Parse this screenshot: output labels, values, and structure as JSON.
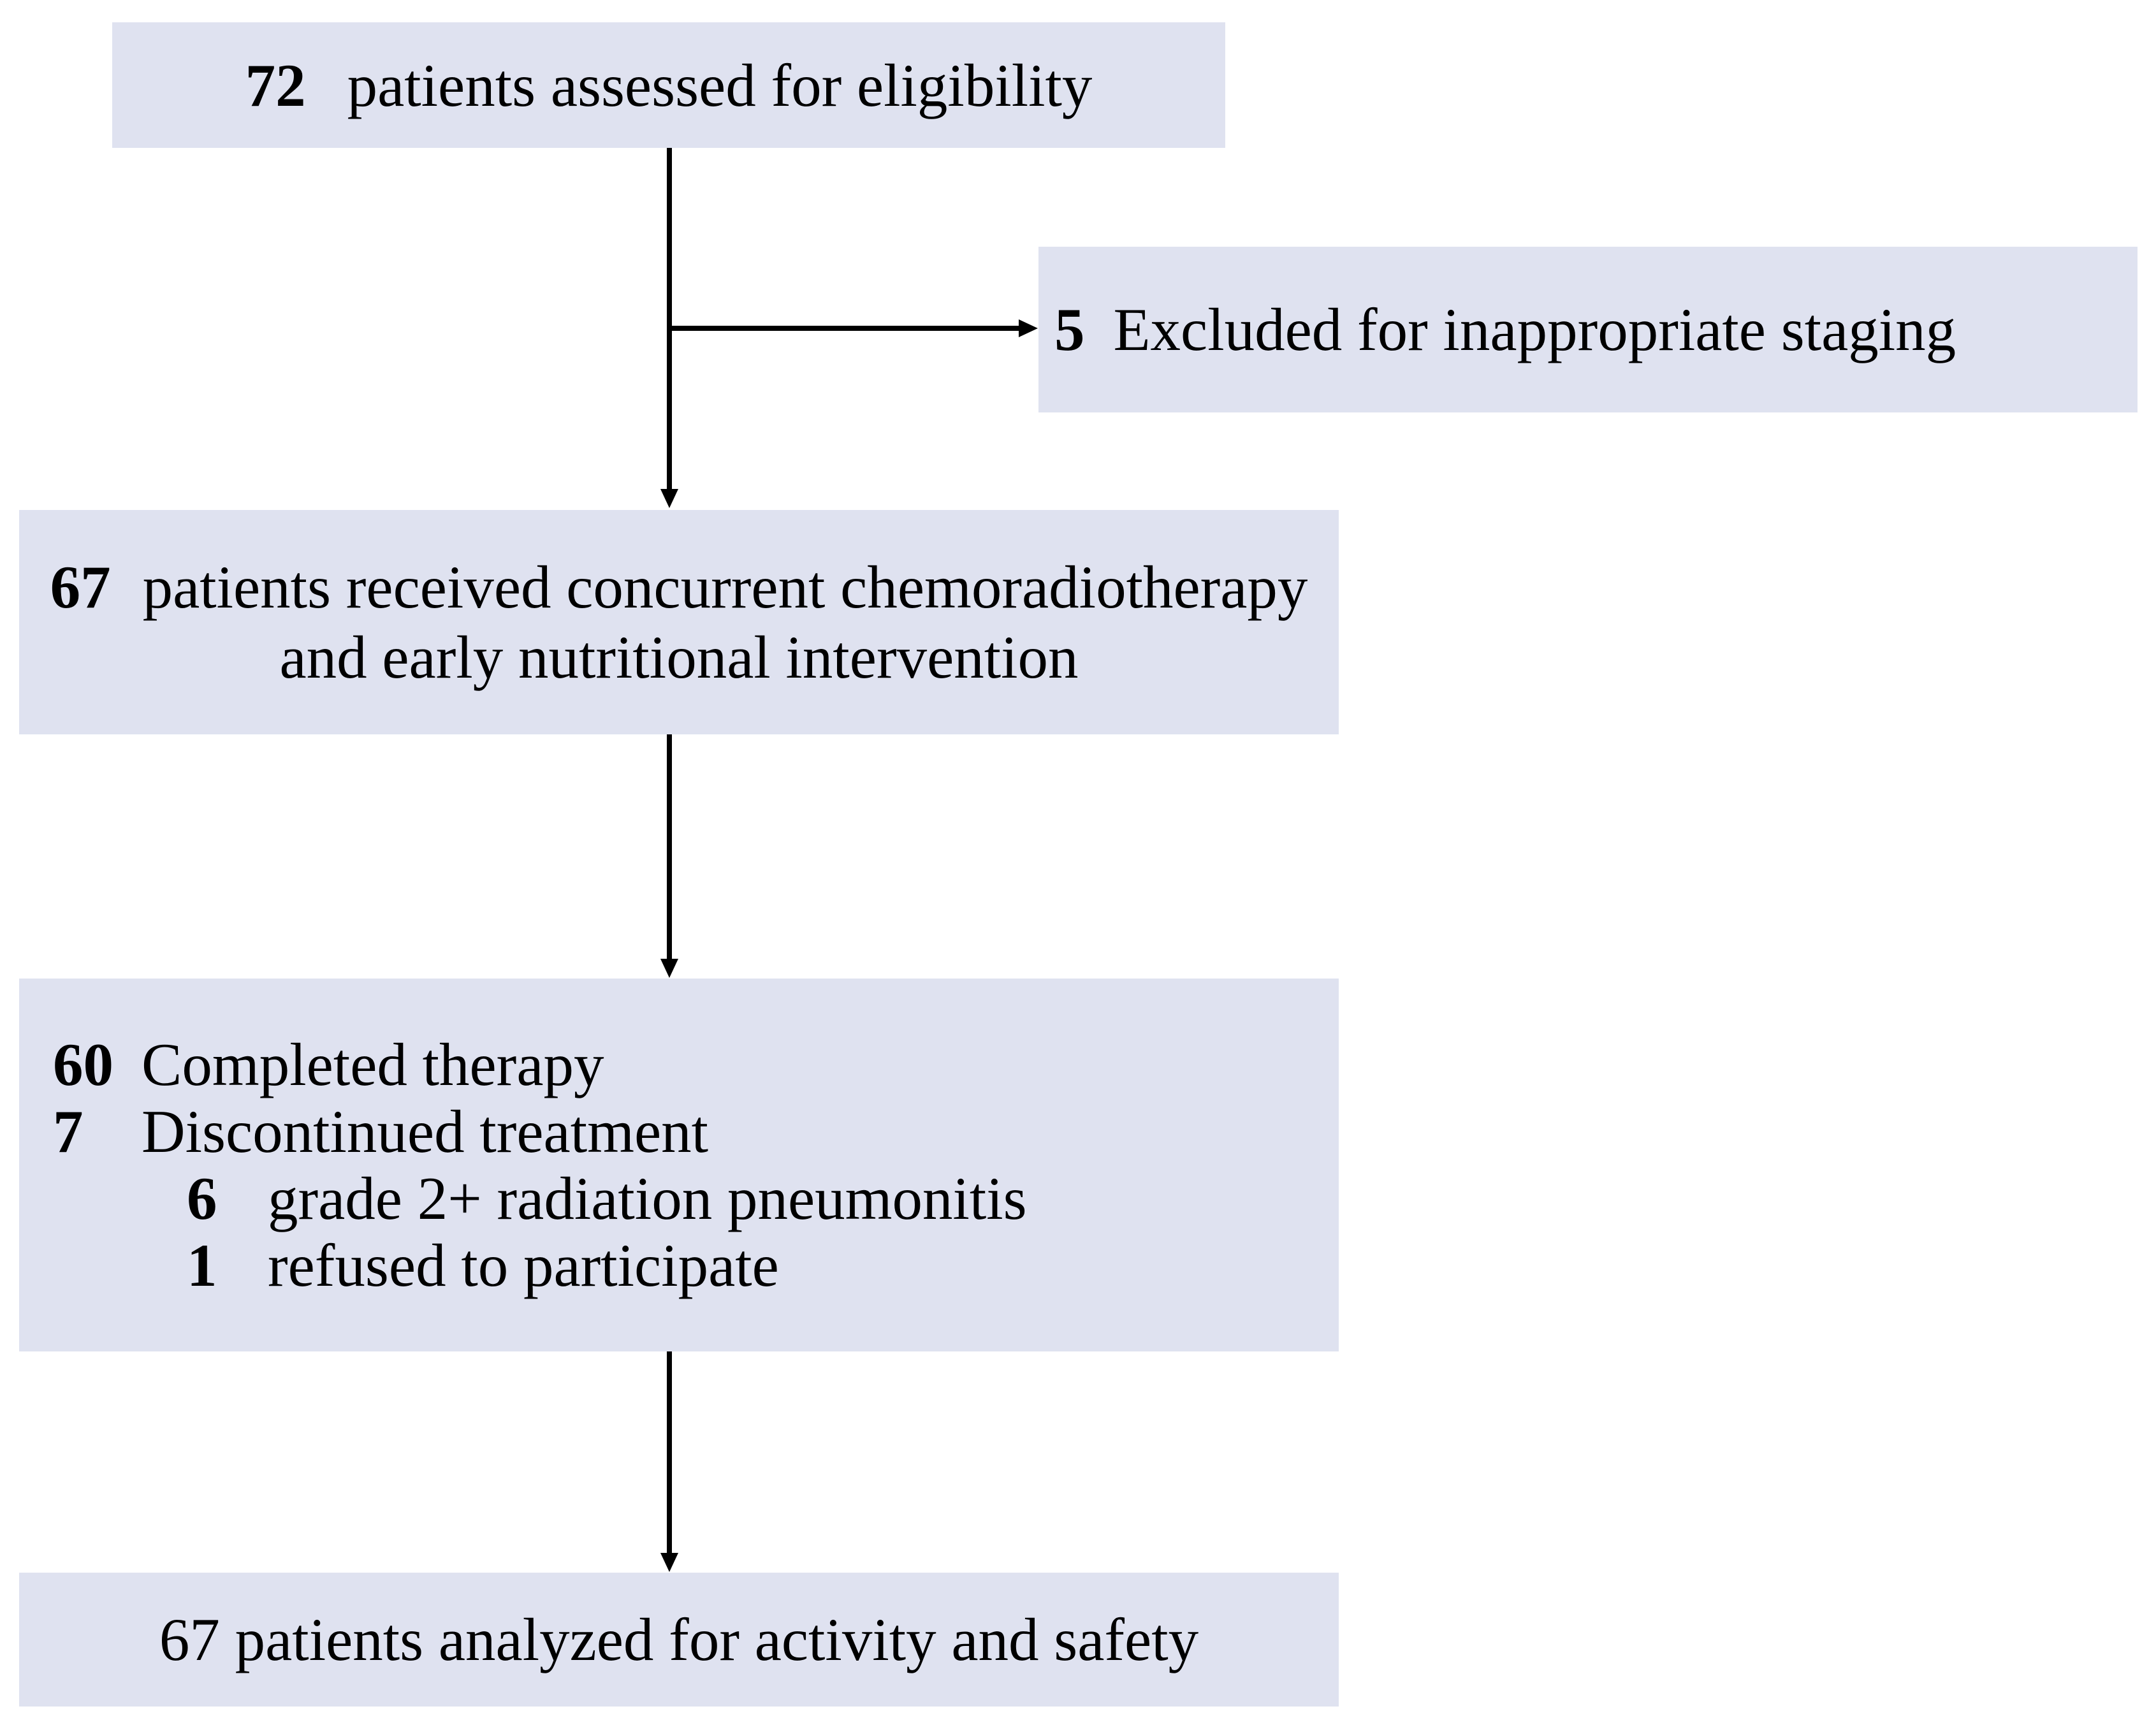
{
  "flow": {
    "box_assessed": {
      "number": "72",
      "label": "patients assessed for eligibility"
    },
    "box_excluded": {
      "number": "5",
      "label": "Excluded for inappropriate staging"
    },
    "box_received": {
      "number": "67",
      "line1": "patients received concurrent chemoradiotherapy",
      "line2": "and early nutritional intervention"
    },
    "box_outcome": {
      "rows": [
        {
          "number": "60",
          "label": "Completed therapy"
        },
        {
          "number": "7",
          "label": "Discontinued treatment"
        },
        {
          "number": "6",
          "label": "grade 2+ radiation pneumonitis"
        },
        {
          "number": "1",
          "label": "refused to participate"
        }
      ]
    },
    "box_analyzed": {
      "label": "67 patients analyzed for activity and safety"
    }
  },
  "colors": {
    "box_fill": "#dfe2f0",
    "arrow_color": "#000000",
    "text_color": "#000000",
    "page_bg": "#ffffff"
  }
}
